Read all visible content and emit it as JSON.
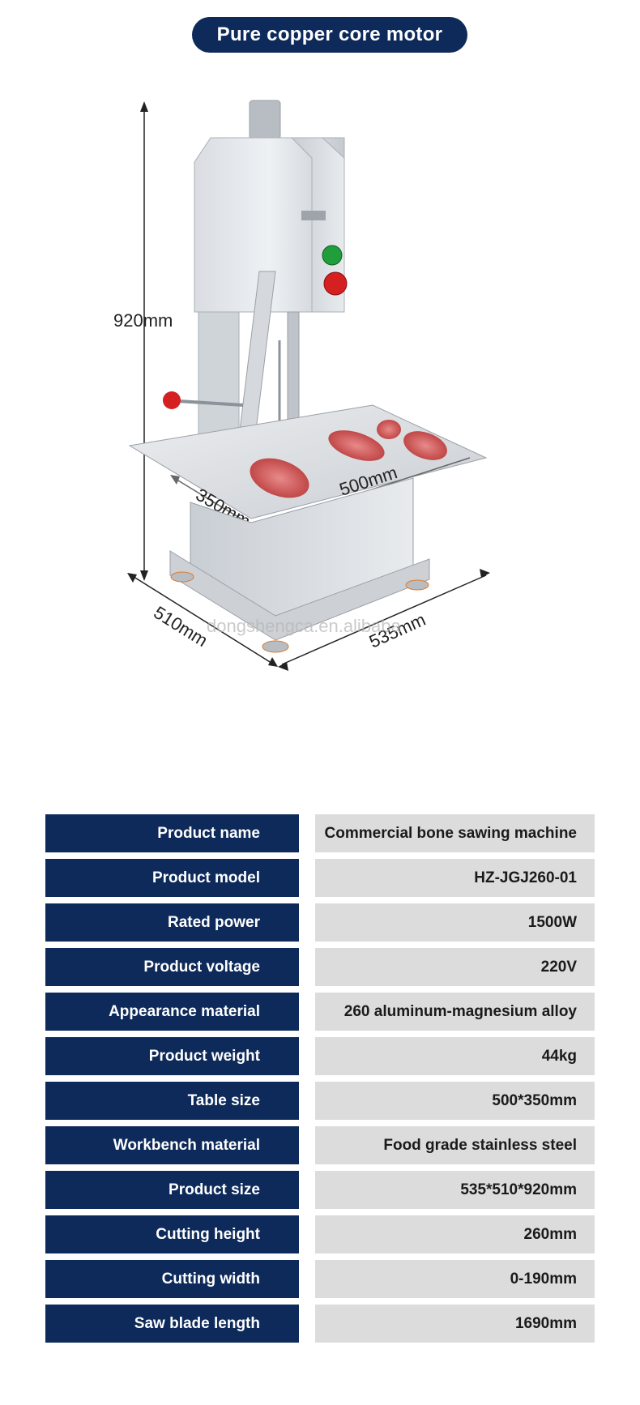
{
  "header": {
    "title": "Pure copper core motor"
  },
  "figure": {
    "dimensions": {
      "height": "920mm",
      "depth": "510mm",
      "width": "535mm",
      "table_depth": "350mm",
      "table_width": "500mm"
    },
    "watermark": "dongshengca.en.alibaba"
  },
  "specs": [
    {
      "label": "Product name",
      "value": "Commercial bone sawing machine"
    },
    {
      "label": "Product model",
      "value": "HZ-JGJ260-01"
    },
    {
      "label": "Rated power",
      "value": "1500W"
    },
    {
      "label": "Product voltage",
      "value": "220V"
    },
    {
      "label": "Appearance material",
      "value": "260 aluminum-magnesium alloy"
    },
    {
      "label": "Product weight",
      "value": "44kg"
    },
    {
      "label": "Table size",
      "value": "500*350mm"
    },
    {
      "label": "Workbench material",
      "value": "Food grade stainless steel"
    },
    {
      "label": "Product size",
      "value": "535*510*920mm"
    },
    {
      "label": "Cutting height",
      "value": "260mm"
    },
    {
      "label": "Cutting width",
      "value": "0-190mm"
    },
    {
      "label": "Saw blade length",
      "value": "1690mm"
    }
  ],
  "colors": {
    "navy": "#0d2a5a",
    "gray_cell": "#dcdcdc"
  }
}
